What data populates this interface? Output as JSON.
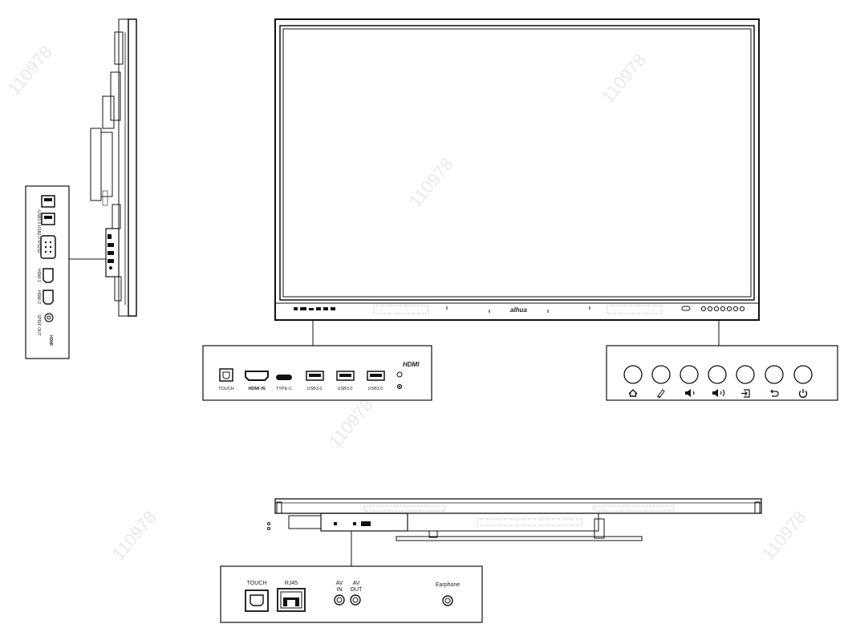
{
  "front_panel": {
    "brand": "alhua",
    "ports": [
      {
        "name": "touch-port",
        "label": "TOUCH"
      },
      {
        "name": "hdmi-in-port",
        "label": "HDMI IN"
      },
      {
        "name": "type-c-port",
        "label": "TYPE-C"
      },
      {
        "name": "usb3-port-1",
        "label": "USB3.0"
      },
      {
        "name": "usb3-port-2",
        "label": "USB3.0"
      },
      {
        "name": "usb3-port-3",
        "label": "USB3.0"
      }
    ],
    "hdmi_logo": "HDMI"
  },
  "control_buttons": [
    {
      "name": "home",
      "icon": "home-icon"
    },
    {
      "name": "annotation",
      "icon": "pen-icon"
    },
    {
      "name": "volume-down",
      "icon": "volume-down-icon"
    },
    {
      "name": "volume-up",
      "icon": "volume-up-icon"
    },
    {
      "name": "input-source",
      "icon": "input-icon"
    },
    {
      "name": "back",
      "icon": "back-icon"
    },
    {
      "name": "power",
      "icon": "power-icon"
    }
  ],
  "side_panel": {
    "labels": [
      "USB3.0 USB2.0",
      "RS232",
      "HDMI 1",
      "HDMI 2",
      "SPDIF OUT",
      "HDMI"
    ]
  },
  "bottom_panel": {
    "ports": [
      {
        "name": "touch-port-bottom",
        "label": "TOUCH"
      },
      {
        "name": "rj45-port",
        "label": "RJ45"
      },
      {
        "name": "av-in-port",
        "label_line1": "AV",
        "label_line2": "IN"
      },
      {
        "name": "av-out-port",
        "label_line1": "AV",
        "label_line2": "OUT"
      },
      {
        "name": "earphone-port",
        "label": "Earphone"
      }
    ]
  },
  "watermark": "110978"
}
